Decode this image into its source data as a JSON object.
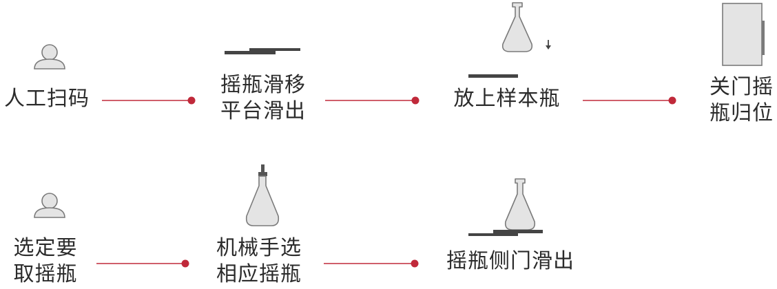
{
  "colors": {
    "connector": "#c0293a",
    "icon_fill": "#e4e4e4",
    "icon_stroke": "#7a7a7a",
    "platform": "#444444",
    "text": "#2b2b2b"
  },
  "steps_row1": [
    {
      "id": "scan-code",
      "icon": "person-icon",
      "lines": [
        "人工扫码"
      ]
    },
    {
      "id": "platform-slide-out",
      "icon": "platform-icon",
      "lines": [
        "摇瓶滑移",
        "平台滑出"
      ]
    },
    {
      "id": "place-sample",
      "icon": "flask-down-icon",
      "lines": [
        "放上样本瓶"
      ]
    },
    {
      "id": "close-door",
      "icon": "cabinet-icon",
      "lines": [
        "关门摇",
        "瓶归位"
      ]
    }
  ],
  "steps_row2": [
    {
      "id": "select-flask",
      "icon": "person-icon",
      "lines": [
        "选定要",
        "取摇瓶"
      ]
    },
    {
      "id": "robot-select",
      "icon": "gripper-flask-icon",
      "lines": [
        "机械手选",
        "相应摇瓶"
      ]
    },
    {
      "id": "side-door-out",
      "icon": "flask-on-platform-icon",
      "lines": [
        "摇瓶侧门滑出"
      ]
    }
  ]
}
